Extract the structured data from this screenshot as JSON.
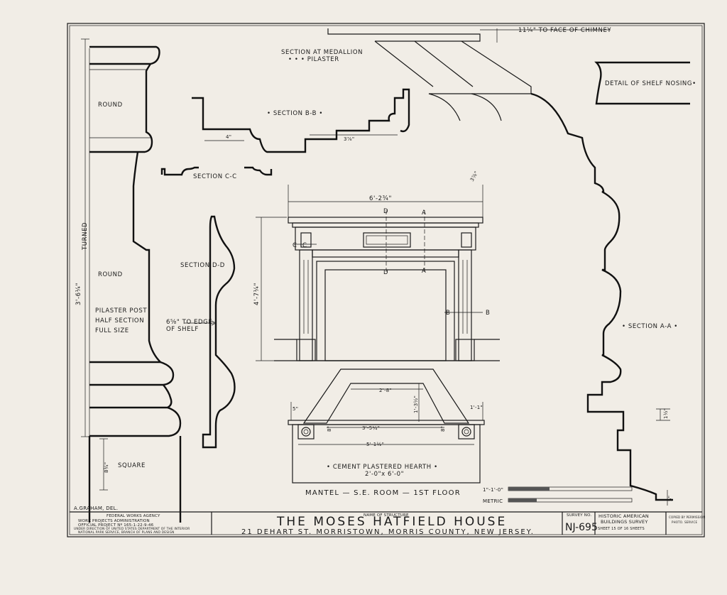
{
  "title_block": {
    "agency_line1": "FEDERAL WORKS AGENCY",
    "agency_line2": "WORK PROJECTS ADMINISTRATION",
    "agency_line3": "OFFICIAL PROJECT Nº 165-1-22-9-46",
    "agency_line4": "UNDER DIRECTION OF UNITED STATES DEPARTMENT OF THE INTERIOR",
    "agency_line5": "NATIONAL PARK SERVICE, BRANCH OF PLANS AND DESIGN",
    "name_label": "NAME OF STRUCTURE",
    "structure_name": "THE MOSES HATFIELD HOUSE",
    "address": "21 DEHART ST. MORRISTOWN, MORRIS COUNTY, NEW JERSEY.",
    "survey_label": "SURVEY NO.",
    "survey_no": "NJ-695",
    "survey_org1": "HISTORIC AMERICAN",
    "survey_org2": "BUILDINGS SURVEY",
    "sheet": "SHEET 15 OF 16 SHEETS",
    "corner1": "COPIED BY PERMISSION",
    "corner2": "PHOTO. SERVICE",
    "delineator": "A.GRAHAM, DEL."
  },
  "labels": {
    "chimney": "11¼\" TO FACE OF CHIMNEY",
    "medallion1": "SECTION AT MEDALLION",
    "medallion2": "• • • PILASTER",
    "shelf_nosing": "DETAIL OF SHELF NOSING•",
    "section_bb": "• SECTION B-B •",
    "section_cc": "SECTION C-C",
    "section_dd": "SECTION D-D",
    "section_aa": "• SECTION A-A •",
    "round1": "ROUND",
    "round2": "ROUND",
    "turned": "TURNED",
    "square": "SQUARE",
    "pilaster1": "PILASTER POST",
    "pilaster2": "HALF SECTION",
    "pilaster3": "FULL SIZE",
    "edge1": "6⅝\" TO EDGE",
    "edge2": "OF SHELF",
    "hearth1": "• CEMENT PLASTERED HEARTH •",
    "hearth2": "2'-0\"x 6'-0\"",
    "mantel": "MANTEL — S.E. ROOM — 1ST FLOOR",
    "scale_imperial": "1\"-1'-0\"",
    "scale_metric": "METRIC"
  },
  "dimensions": {
    "total_height": "3'-6¼\"",
    "width": "6'-2¾\"",
    "height": "4'-7¼\"",
    "depth": "3⅞\"",
    "bb_left": "4\"",
    "bb_right": "3⅞\"",
    "opening_top": "2'-8\"",
    "opening_depth": "1'-3½\"",
    "opening_mid": "3'-5¼\"",
    "hearth_width": "5'-1½\"",
    "side_left": "5\"",
    "side_right": "1'-1\"",
    "small_a": "8\"",
    "small_b": "8\"",
    "square_h": "8¾\"",
    "aa_small": "1½\"",
    "aa_bottom": "5\""
  },
  "markers": {
    "d_top": "D",
    "a_top": "A",
    "d_mid": "D",
    "a_mid": "A",
    "c_left": "C",
    "c_right": "C",
    "b_left": "B",
    "b_right": "B"
  }
}
